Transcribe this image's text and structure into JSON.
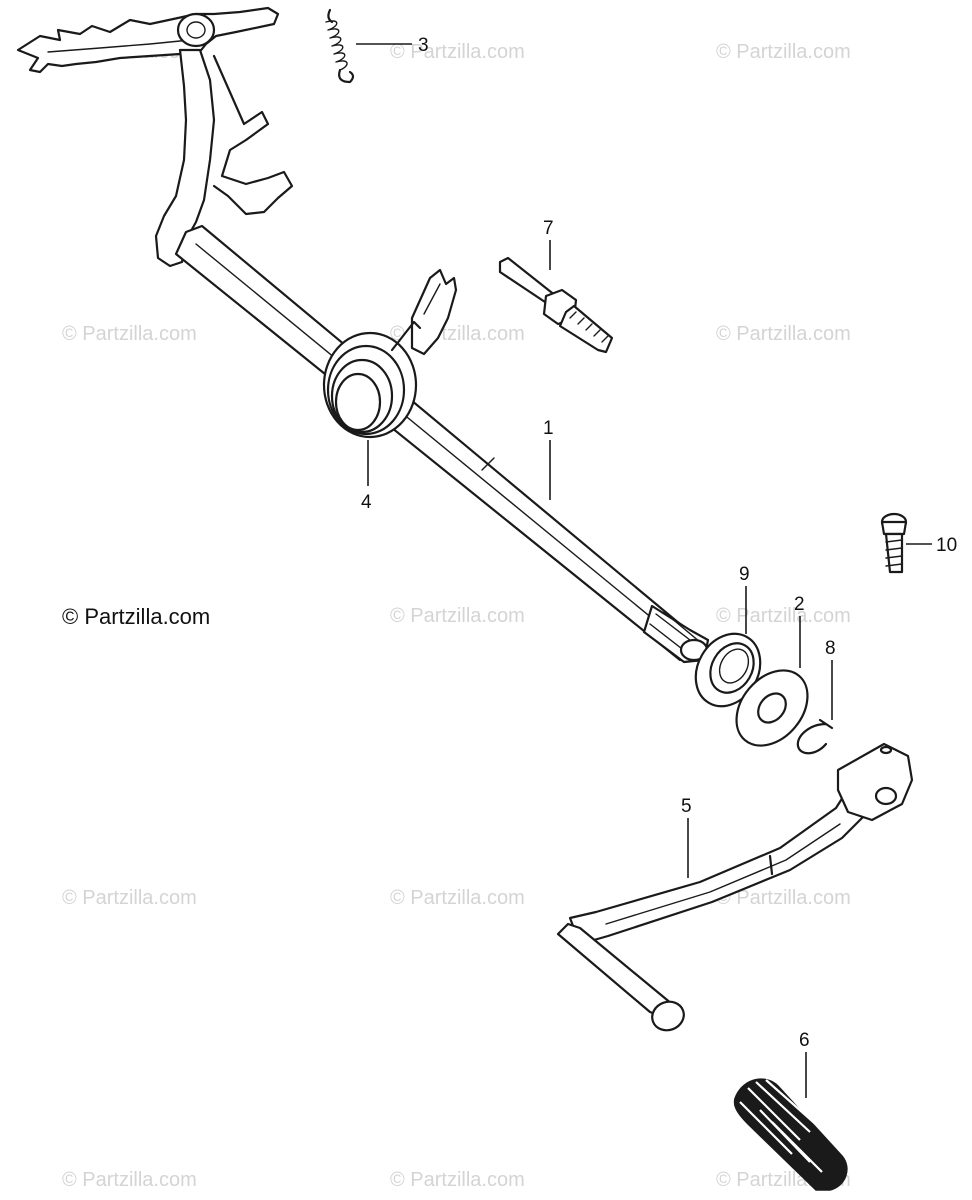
{
  "watermark": {
    "text": "© Partzilla.com",
    "color": "#d4d4d4"
  },
  "copyright": {
    "text": "© Partzilla.com"
  },
  "callouts": [
    {
      "id": "1",
      "label": "1",
      "part": "shift-shaft"
    },
    {
      "id": "2",
      "label": "2",
      "part": "washer"
    },
    {
      "id": "3",
      "label": "3",
      "part": "spring"
    },
    {
      "id": "4",
      "label": "4",
      "part": "return-spring"
    },
    {
      "id": "5",
      "label": "5",
      "part": "shift-pedal"
    },
    {
      "id": "6",
      "label": "6",
      "part": "pedal-rubber"
    },
    {
      "id": "7",
      "label": "7",
      "part": "stud-bolt"
    },
    {
      "id": "8",
      "label": "8",
      "part": "circlip"
    },
    {
      "id": "9",
      "label": "9",
      "part": "oil-seal"
    },
    {
      "id": "10",
      "label": "10",
      "part": "bolt"
    }
  ]
}
